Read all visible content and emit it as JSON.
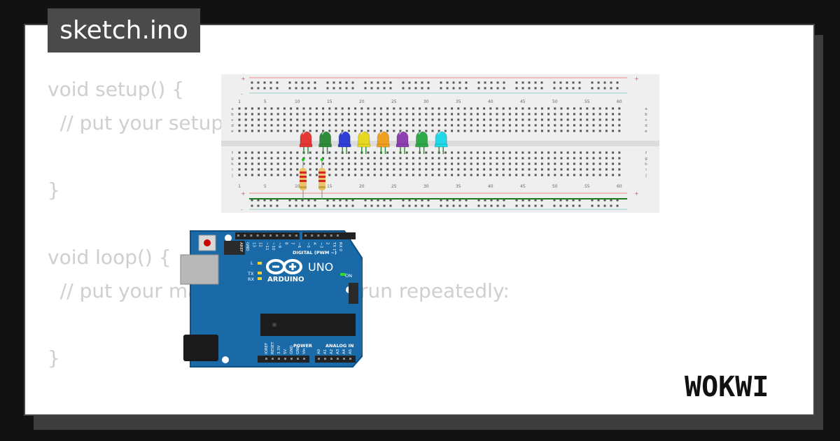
{
  "tab": {
    "title": "sketch.ino"
  },
  "code_lines": [
    "void setup() {",
    "  // put your setup code here, to run once:",
    "",
    "}",
    "",
    "void loop() {",
    "  // put your main code here, to run repeatedly:",
    "",
    "}"
  ],
  "brand": {
    "logo_text": "WOKWI"
  },
  "breadboard": {
    "column_numbers": [
      "1",
      "5",
      "10",
      "15",
      "20",
      "25",
      "30",
      "35",
      "40",
      "45",
      "50",
      "55",
      "60"
    ],
    "row_letters_top": [
      "a",
      "b",
      "c",
      "d",
      "e"
    ],
    "row_letters_bottom": [
      "f",
      "g",
      "h",
      "i",
      "j"
    ],
    "rail_plus": "+",
    "rail_minus": "-"
  },
  "leds": [
    {
      "color": "red",
      "hex": "#e53935"
    },
    {
      "color": "green",
      "hex": "#2e8b3a"
    },
    {
      "color": "blue",
      "hex": "#2f3fd6"
    },
    {
      "color": "yellow",
      "hex": "#e6d81f"
    },
    {
      "color": "orange",
      "hex": "#f0a020"
    },
    {
      "color": "purple",
      "hex": "#8e3fb0"
    },
    {
      "color": "green",
      "hex": "#2faa4a"
    },
    {
      "color": "cyan",
      "hex": "#21d8e8"
    }
  ],
  "arduino": {
    "digital_label": "DIGITAL (PWM ~)",
    "brand_label": "ARDUINO",
    "model_label": "UNO",
    "power_label": "POWER",
    "analog_label": "ANALOG IN",
    "on_label": "ON",
    "tx_label": "TX",
    "rx_label": "RX",
    "l_label": "L",
    "board_color": "#1b6aa8",
    "aref_label": "AREF",
    "gnd_label": "GND",
    "top_pins": [
      "13",
      "12",
      "~11",
      "~10",
      "~9",
      "8",
      "7",
      "~6",
      "~5",
      "4",
      "~3",
      "2",
      "TX 1",
      "RX 0"
    ],
    "power_pins": [
      "IOREF",
      "RESET",
      "3.3V",
      "5V",
      "GND",
      "GND",
      "Vin"
    ],
    "analog_pins": [
      "A0",
      "A1",
      "A2",
      "A3",
      "A4",
      "A5"
    ]
  },
  "colors": {
    "card_bg": "#ffffff",
    "page_bg": "#121212",
    "tab_bg": "#4a4a4a",
    "code_text": "#cfcfcf"
  }
}
